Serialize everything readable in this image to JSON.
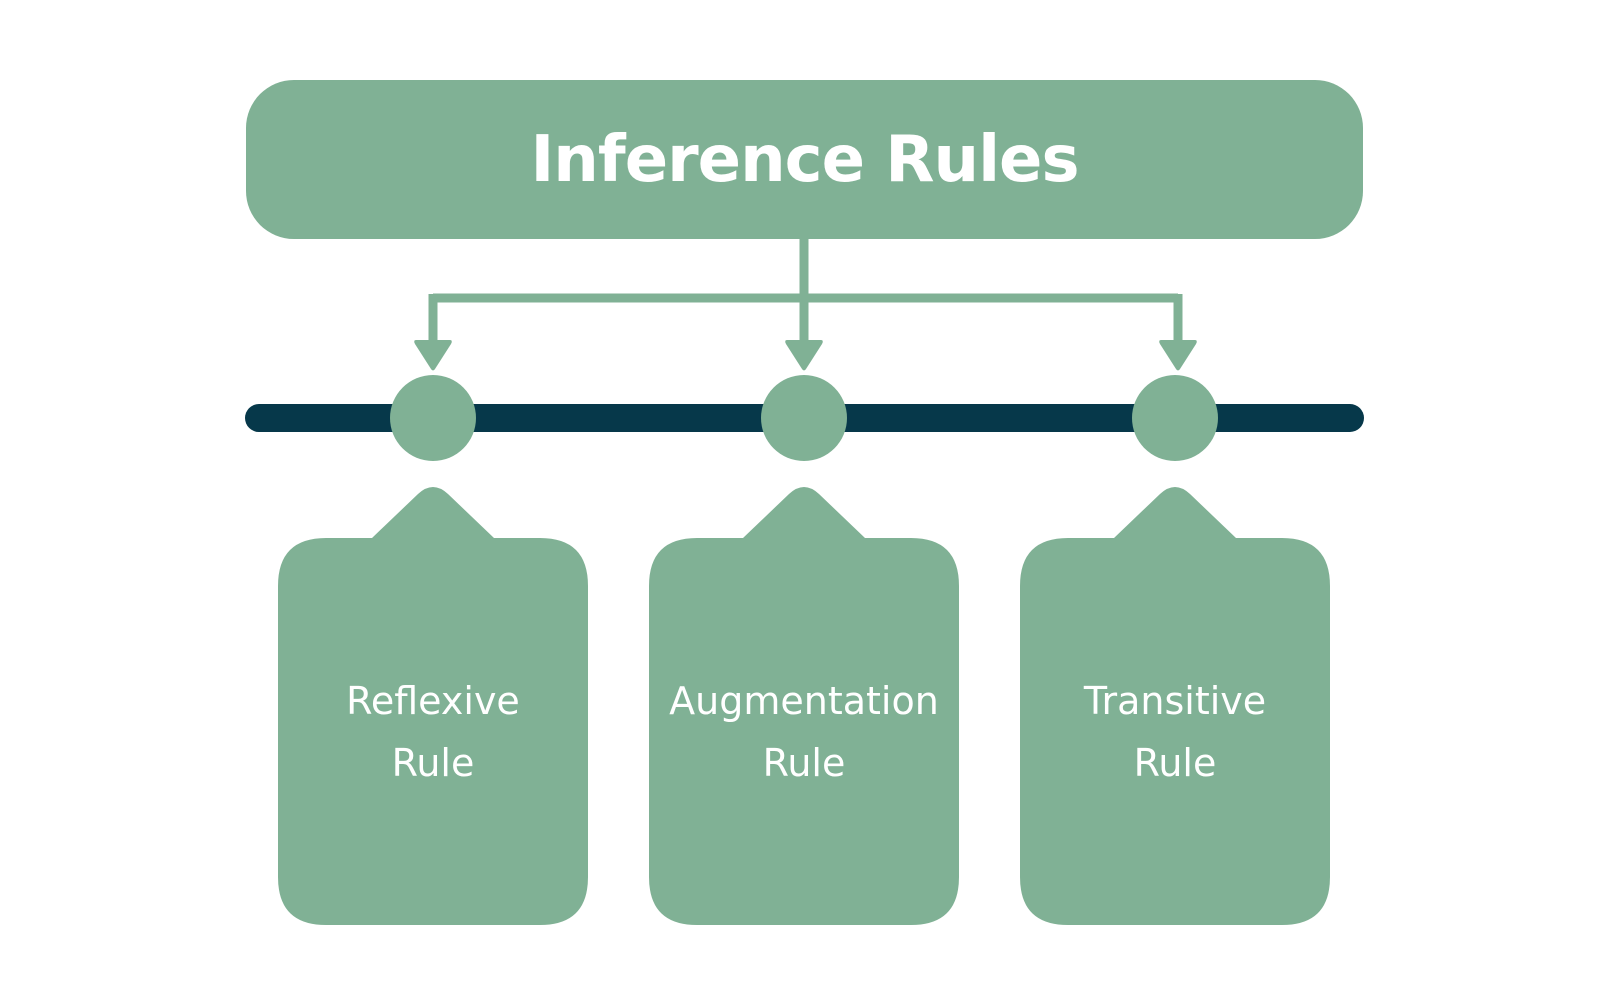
{
  "title": "Inference Rules",
  "rules": [
    {
      "line1": "Reflexive",
      "line2": "Rule"
    },
    {
      "line1": "Augmentation",
      "line2": "Rule"
    },
    {
      "line1": "Transitive",
      "line2": "Rule"
    }
  ],
  "colors": {
    "box": "#80b195",
    "connector": "#80b195",
    "track": "#06384a",
    "text": "#ffffff"
  }
}
